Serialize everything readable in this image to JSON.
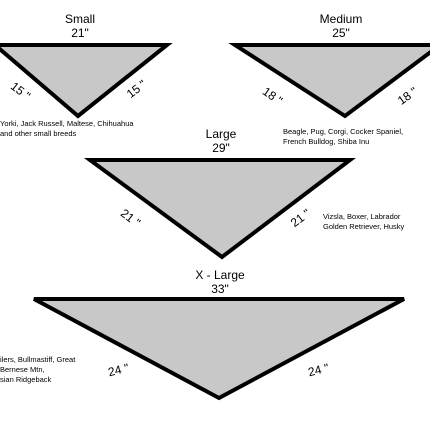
{
  "diagram": {
    "fill_color": "#c8c8c8",
    "stroke_color": "#000000",
    "sizes": [
      {
        "name": "Small",
        "width": "21\"",
        "side_left": "15 \"",
        "side_right": "15 \"",
        "breeds": [
          "Yorki, Jack Russell, Maltese, Chihuahua",
          "and other small breeds"
        ]
      },
      {
        "name": "Medium",
        "width": "25\"",
        "side_left": "18 \"",
        "side_right": "18 \"",
        "breeds": [
          "Beagle, Pug, Corgi, Cocker Spaniel,",
          "French Bulldog, Shiba Inu"
        ]
      },
      {
        "name": "Large",
        "width": "29\"",
        "side_left": "21 \"",
        "side_right": "21 \"",
        "breeds": [
          "Vizsla, Boxer, Labrador",
          "Golden Retriever, Husky"
        ]
      },
      {
        "name": "X - Large",
        "width": "33\"",
        "side_left": "24 \"",
        "side_right": "24 \"",
        "breeds": [
          "ilers, Bullmastiff, Great",
          "Bernese Mtn,",
          "sian Ridgeback"
        ]
      }
    ]
  }
}
